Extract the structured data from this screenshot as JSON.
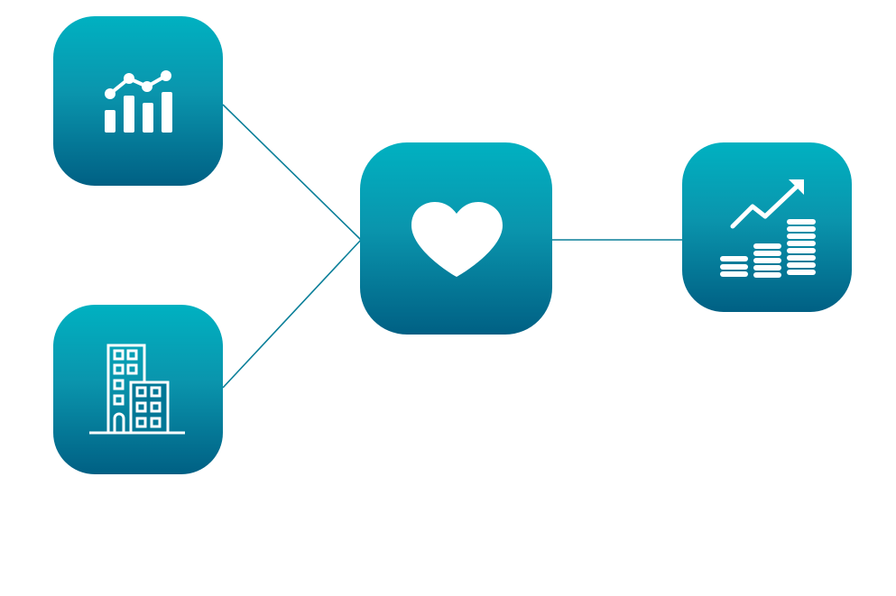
{
  "colors": {
    "tile_gradient_top": "#00b1c1",
    "tile_gradient_bottom": "#006084",
    "connector": "#0a7f99",
    "icon": "#ffffff"
  },
  "nodes": [
    {
      "id": "analytics",
      "icon": "bar-line-chart-icon"
    },
    {
      "id": "buildings",
      "icon": "office-buildings-icon"
    },
    {
      "id": "heart",
      "icon": "heart-icon"
    },
    {
      "id": "growth",
      "icon": "coins-growth-chart-icon"
    }
  ],
  "edges": [
    {
      "from": "analytics",
      "to": "heart"
    },
    {
      "from": "buildings",
      "to": "heart"
    },
    {
      "from": "heart",
      "to": "growth"
    }
  ]
}
